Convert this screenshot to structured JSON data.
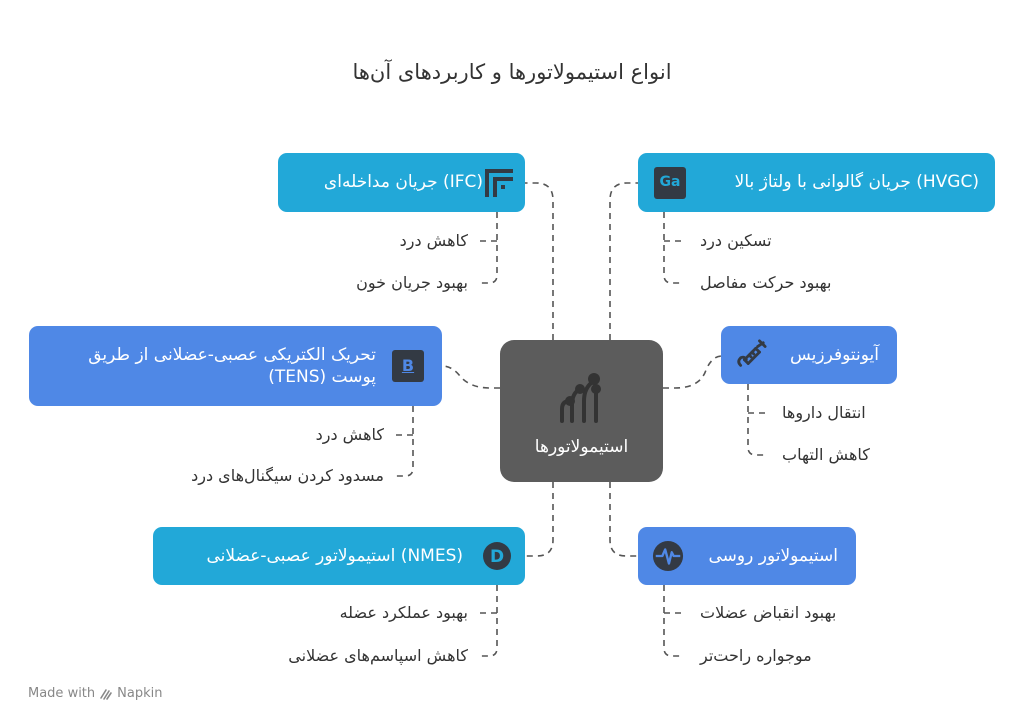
{
  "title": "انواع استیمولاتورها و کاربردهای آن‌ها",
  "center": {
    "label": "استیمولاتورها",
    "icon": "stimulator-branches-icon"
  },
  "nodes": [
    {
      "id": "ifc",
      "label": "(IFC) جریان مداخله‌ای",
      "icon": "interference-grid-icon",
      "leaves": [
        "کاهش درد",
        "بهبود جریان خون"
      ]
    },
    {
      "id": "hvgc",
      "label": "(HVGC) جریان گالوانی با ولتاژ بالا",
      "icon": "gallium-element-icon",
      "icon_text": "Ga",
      "leaves": [
        "تسکین درد",
        "بهبود حرکت مفاصل"
      ]
    },
    {
      "id": "tens",
      "label": "تحریک الکتریکی عصبی-عضلانی از طریق پوست (TENS)",
      "icon": "boron-element-icon",
      "icon_text": "B",
      "leaves": [
        "کاهش درد",
        "مسدود کردن سیگنال‌های درد"
      ]
    },
    {
      "id": "iontophoresis",
      "label": "آیونتوفرزیس",
      "icon": "syringe-icon",
      "leaves": [
        "انتقال داروها",
        "کاهش التهاب"
      ]
    },
    {
      "id": "nmes",
      "label": "(NMES) استیمولاتور عصبی-عضلانی",
      "icon": "letter-d-badge-icon",
      "icon_text": "D",
      "leaves": [
        "بهبود عملکرد عضله",
        "کاهش اسپاسم‌های عضلانی"
      ]
    },
    {
      "id": "russian",
      "label": "استیمولاتور روسی",
      "icon": "pulse-wave-icon",
      "leaves": [
        "بهبود انقباض عضلات",
        "موجواره راحت‌تر"
      ]
    }
  ],
  "colors": {
    "cyan": "#22a8d8",
    "blue": "#4f88e6",
    "center": "#5c5c5c",
    "icon_dark": "#333a44"
  },
  "footer": {
    "prefix": "Made with",
    "brand": "Napkin"
  }
}
